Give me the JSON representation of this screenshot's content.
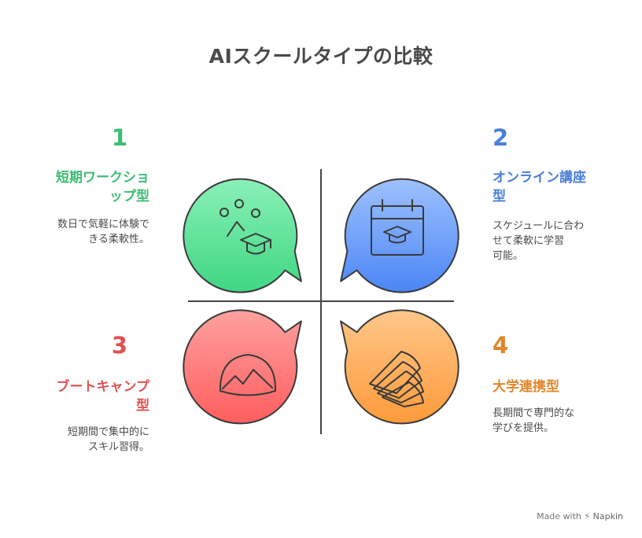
{
  "title": "AIスクールタイプの比較",
  "quadrants": [
    {
      "number": "1",
      "heading": [
        "短期ワークショ",
        "ップ型"
      ],
      "description": [
        "数日で気軽に体験で",
        "きる柔軟性。"
      ],
      "color": "#3dbd73",
      "icon": "workshop-graduation-icon"
    },
    {
      "number": "2",
      "heading": [
        "オンライン講座",
        "型"
      ],
      "description": [
        "スケジュールに合わ",
        "せて柔軟に学習",
        "可能。"
      ],
      "color": "#4a7fd6",
      "icon": "calendar-graduation-icon"
    },
    {
      "number": "3",
      "heading": [
        "ブートキャンプ",
        "型"
      ],
      "description": [
        "短期間で集中的に",
        "スキル習得。"
      ],
      "color": "#e05252",
      "icon": "mountain-icon"
    },
    {
      "number": "4",
      "heading": [
        "大学連携型"
      ],
      "description": [
        "長期間で専門的な",
        "学びを提供。"
      ],
      "color": "#e0862b",
      "icon": "book-pages-icon"
    }
  ],
  "footer": {
    "made_with": "Made with",
    "brand": "Napkin"
  }
}
